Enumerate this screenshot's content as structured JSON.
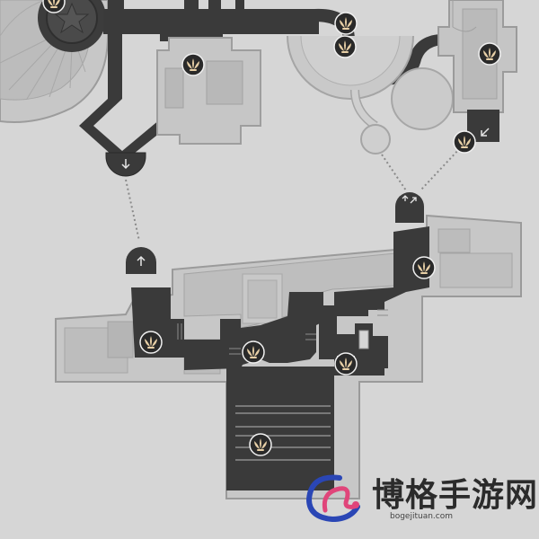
{
  "map": {
    "colors": {
      "background": "#d6d6d6",
      "floor_light": "#c9c9c9",
      "floor_mid": "#bdbdbd",
      "floor_dark": "#3a3a3a",
      "outline": "#9a9a9a",
      "marker_fill": "#2a2a2a",
      "marker_glyph": "#e7cfa6",
      "connector": "#8a8a8a"
    },
    "marker_icon": "fountain-icon",
    "marker_count": 11,
    "exit_icons": [
      "arrow-down-icon",
      "arrow-up-icon",
      "arrow-up-right-icon",
      "arrow-down-left-icon"
    ]
  },
  "watermark": {
    "brand": "博格手游网",
    "url": "bogejituan.com",
    "logo_icon": "swan-logo-icon",
    "colors": {
      "logo_blue": "#2a46b5",
      "logo_pink": "#e0457a"
    }
  }
}
